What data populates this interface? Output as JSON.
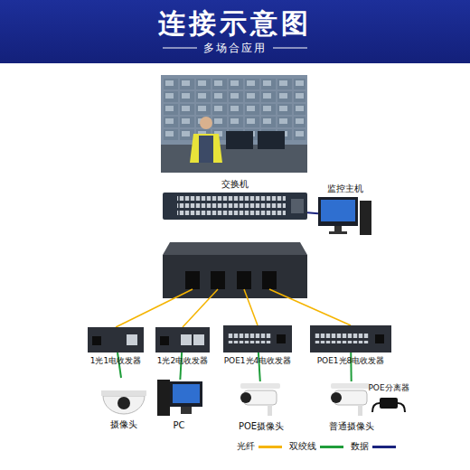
{
  "diagram": {
    "title": "连接示意图",
    "nodes": [
      {
        "text": [
          "交换机"
        ]
      },
      {
        "text": [
          "监控主机"
        ]
      },
      {
        "text": [
          "1光1电收发器"
        ]
      },
      {
        "text": [
          "1光2电收发器"
        ]
      },
      {
        "text": [
          "POE1光4电收发器"
        ]
      },
      {
        "text": [
          "POE1光8电收发器"
        ]
      },
      {
        "text": [
          "摄像头"
        ]
      },
      {
        "text": [
          "PC"
        ]
      },
      {
        "text": [
          "POE摄像头"
        ]
      },
      {
        "text": [
          "普通摄像头"
        ]
      },
      {
        "text": [
          "POE分离器"
        ]
      }
    ],
    "edges": [
      {
        "from": 0,
        "to": 1,
        "arrow": "none"
      },
      {
        "from": 2,
        "to": 6,
        "arrow": "none"
      },
      {
        "from": 3,
        "to": 7,
        "arrow": "none"
      },
      {
        "from": 4,
        "to": 8,
        "arrow": "none"
      },
      {
        "from": 5,
        "to": 9,
        "arrow": "none"
      }
    ],
    "labels": [
      "多场合应用"
    ],
    "legend": [
      {
        "text": "光纤",
        "color": "#f5b400"
      },
      {
        "text": "双绞线",
        "color": "#1f9d3a"
      },
      {
        "text": "数据",
        "color": "#1a237e"
      }
    ]
  }
}
